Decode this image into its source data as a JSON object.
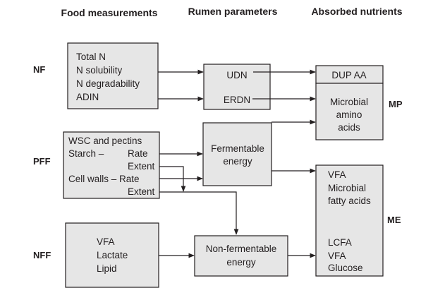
{
  "headers": {
    "food": "Food measurements",
    "rumen": "Rumen parameters",
    "absorbed": "Absorbed nutrients"
  },
  "rows": {
    "nf": "NF",
    "pff": "PFF",
    "nff": "NFF"
  },
  "side_labels": {
    "mp": "MP",
    "me": "ME"
  },
  "boxes": {
    "nf_food": [
      "Total N",
      "N solubility",
      "N degradability",
      "ADIN"
    ],
    "pff_food": {
      "wsc": "WSC and pectins",
      "starch": "Starch  –",
      "starch_rate": "Rate",
      "starch_extent": "Extent",
      "cellwalls": "Cell walls –  Rate",
      "cellwalls_extent": "Extent"
    },
    "nff_food": [
      "VFA",
      "Lactate",
      "Lipid"
    ],
    "udn": "UDN",
    "erdn": "ERDN",
    "fermentable": [
      "Fermentable",
      "energy"
    ],
    "nonfermentable": [
      "Non-fermentable",
      "energy"
    ],
    "dup_aa": "DUP AA",
    "microbial_aa": [
      "Microbial",
      "amino",
      "acids"
    ],
    "me_upper": [
      "VFA",
      "Microbial",
      "fatty acids"
    ],
    "me_lower": [
      "LCFA",
      "VFA",
      "Glucose"
    ]
  }
}
